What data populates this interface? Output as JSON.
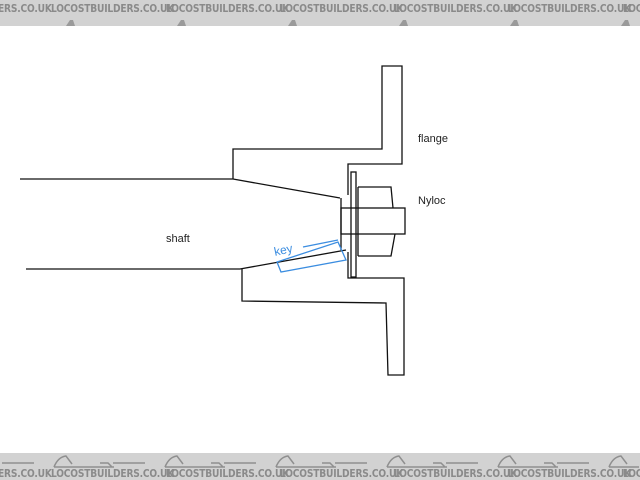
{
  "watermark": {
    "text": "LOCOSTBUILDERS.CO.UK",
    "top_row": [
      "ERS.CO.UK",
      "LOCOSTBUILDERS.CO.UK",
      "LOCOSTBUILDERS.CO.UK",
      "LOCOSTBUILDERS.CO.UK",
      "LOCOSTBUILDERS.CO.UK",
      "LOCOSTBUILDERS.CO.UK",
      "LOCOSTBUILDERS.CO.UK"
    ],
    "bottom_row": [
      "ERS.CO.UK",
      "LOCOSTBUILDERS.CO.UK",
      "LOCOSTBUILDERS.CO.UK",
      "LOCOSTBUILDERS.CO.UK",
      "LOCOSTBUILDERS.CO.UK",
      "LOCOSTBUILDERS.CO.UK",
      "LOCOSTBUILDERS.CO.UK"
    ],
    "background_color": "#d2d2d2",
    "text_color": "#8a8a8a"
  },
  "diagram": {
    "labels": {
      "flange": "flange",
      "nyloc": "Nyloc",
      "shaft": "shaft",
      "key": "key"
    },
    "line_color": "#111111",
    "key_color": "#3b8de0"
  }
}
